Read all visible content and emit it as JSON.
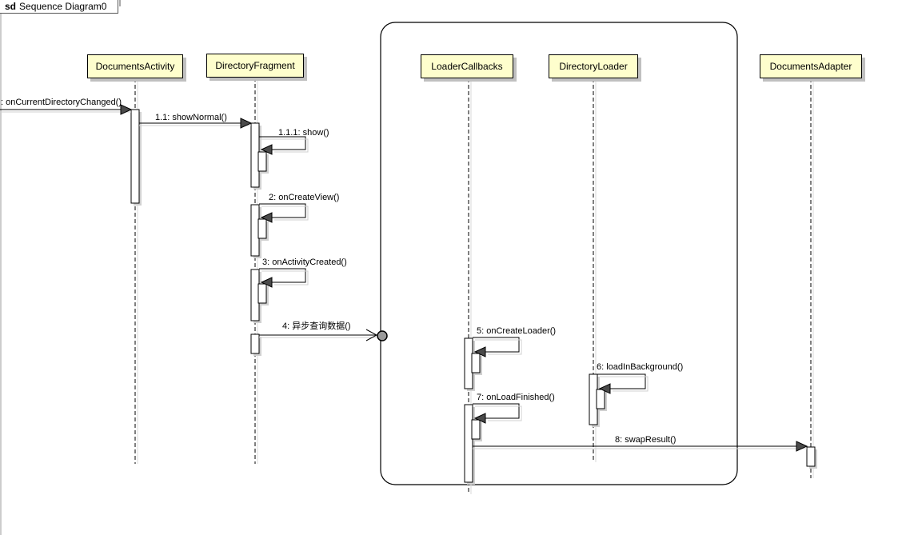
{
  "frame": {
    "keyword": "sd",
    "title": "Sequence Diagram0"
  },
  "participants": [
    {
      "name": "DocumentsActivity"
    },
    {
      "name": "DirectoryFragment"
    },
    {
      "name": "LoaderCallbacks"
    },
    {
      "name": "DirectoryLoader"
    },
    {
      "name": "DocumentsAdapter"
    }
  ],
  "messages": [
    {
      "label": ": onCurrentDirectoryChanged()",
      "from": "external",
      "to": "DocumentsActivity"
    },
    {
      "label": "1.1: showNormal()",
      "from": "DocumentsActivity",
      "to": "DirectoryFragment"
    },
    {
      "label": "1.1.1: show()",
      "from": "DirectoryFragment",
      "to": "DirectoryFragment"
    },
    {
      "label": "2: onCreateView()",
      "from": "DirectoryFragment",
      "to": "DirectoryFragment"
    },
    {
      "label": "3: onActivityCreated()",
      "from": "DirectoryFragment",
      "to": "DirectoryFragment"
    },
    {
      "label": "4: 异步查询数据()",
      "from": "DirectoryFragment",
      "to": "async-boundary"
    },
    {
      "label": "5: onCreateLoader()",
      "from": "LoaderCallbacks",
      "to": "LoaderCallbacks"
    },
    {
      "label": "6: loadInBackground()",
      "from": "DirectoryLoader",
      "to": "DirectoryLoader"
    },
    {
      "label": "7: onLoadFinished()",
      "from": "LoaderCallbacks",
      "to": "LoaderCallbacks"
    },
    {
      "label": "8: swapResult()",
      "from": "LoaderCallbacks",
      "to": "DocumentsAdapter"
    }
  ]
}
